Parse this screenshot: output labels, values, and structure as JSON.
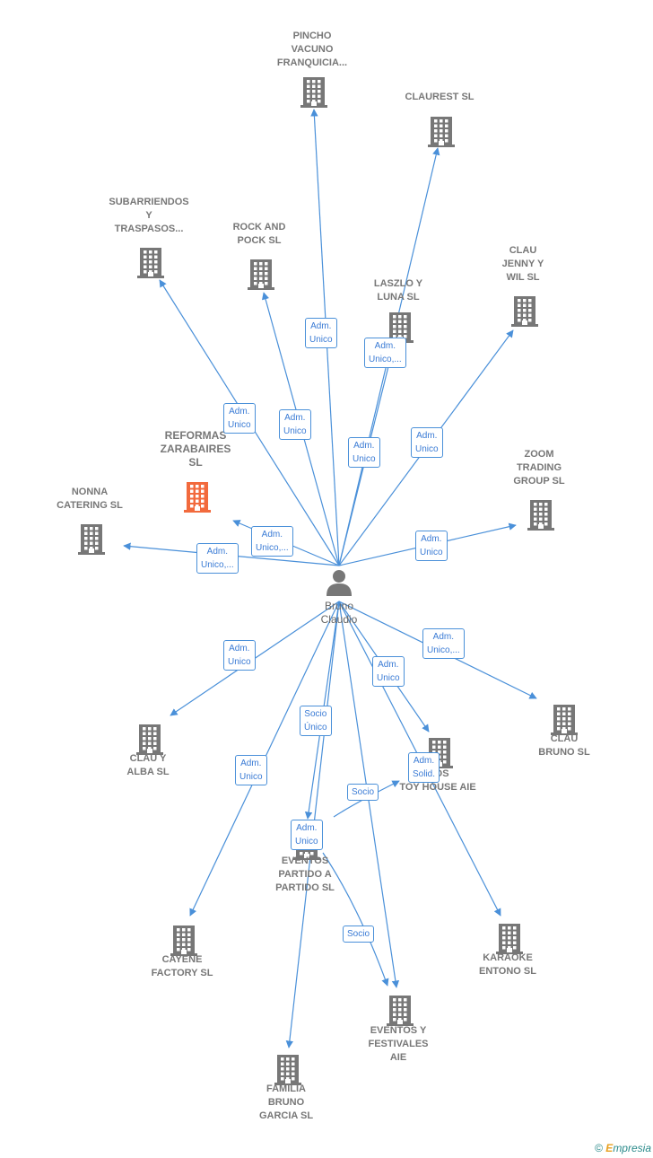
{
  "colors": {
    "edge": "#4a90d9",
    "node": "#777777",
    "highlight": "#f26a3d",
    "person": "#777777"
  },
  "center": {
    "name": "Bruno\nClaudio",
    "icon": "person-icon"
  },
  "nodes": [
    {
      "id": "pincho",
      "label": "PINCHO\nVACUNO\nFRANQUICIA...",
      "icon": "building-icon"
    },
    {
      "id": "claurest",
      "label": "CLAUREST  SL",
      "icon": "building-icon"
    },
    {
      "id": "subarriendos",
      "label": "SUBARRIENDOS\nY\nTRASPASOS...",
      "icon": "building-icon"
    },
    {
      "id": "rockpock",
      "label": "ROCK AND\nPOCK SL",
      "icon": "building-icon"
    },
    {
      "id": "laszlo",
      "label": "LASZLO Y\nLUNA SL",
      "icon": "building-icon"
    },
    {
      "id": "claujenny",
      "label": "CLAU\nJENNY Y\nWIL  SL",
      "icon": "building-icon"
    },
    {
      "id": "reformas",
      "label": "REFORMAS\nZARABAIRES\nSL",
      "icon": "building-icon",
      "highlight": true
    },
    {
      "id": "nonna",
      "label": "NONNA\nCATERING  SL",
      "icon": "building-icon"
    },
    {
      "id": "zoom",
      "label": "ZOOM\nTRADING\nGROUP SL",
      "icon": "building-icon"
    },
    {
      "id": "clauyalba",
      "label": "CLAU Y\nALBA  SL",
      "icon": "building-icon"
    },
    {
      "id": "claubruno",
      "label": "CLAU\nBRUNO  SL",
      "icon": "building-icon"
    },
    {
      "id": "toyhouse",
      "label": "...OS\nTOY HOUSE AIE",
      "icon": "building-icon"
    },
    {
      "id": "eventospartido",
      "label": "EVENTOS\nPARTIDO A\nPARTIDO  SL",
      "icon": "building-icon"
    },
    {
      "id": "cayene",
      "label": "CAYENE\nFACTORY SL",
      "icon": "building-icon"
    },
    {
      "id": "karaoke",
      "label": "KARAOKE\nENTONO  SL",
      "icon": "building-icon"
    },
    {
      "id": "festivales",
      "label": "EVENTOS Y\nFESTIVALES\nAIE",
      "icon": "building-icon"
    },
    {
      "id": "familia",
      "label": "FAMILIA\nBRUNO\nGARCIA  SL",
      "icon": "building-icon"
    }
  ],
  "edges": [
    {
      "to": "pincho",
      "label": "Adm.\nUnico"
    },
    {
      "to": "claurest",
      "label": "Adm.\nUnico,..."
    },
    {
      "to": "subarriendos",
      "label": "Adm.\nUnico"
    },
    {
      "to": "rockpock",
      "label": "Adm.\nUnico"
    },
    {
      "to": "laszlo",
      "label": "Adm.\nUnico"
    },
    {
      "to": "claujenny",
      "label": "Adm.\nUnico"
    },
    {
      "to": "reformas",
      "label": "Adm.\nUnico,..."
    },
    {
      "to": "nonna",
      "label": "Adm.\nUnico,..."
    },
    {
      "to": "zoom",
      "label": "Adm.\nUnico"
    },
    {
      "to": "clauyalba",
      "label": "Adm.\nUnico"
    },
    {
      "to": "claubruno",
      "label": "Adm.\nUnico,..."
    },
    {
      "to": "toyhouse",
      "label": "Adm.\nUnico"
    },
    {
      "to": "eventospartido",
      "label": "Socio\nÚnico"
    },
    {
      "to": "cayene",
      "label": "Adm.\nUnico"
    },
    {
      "to": "karaoke",
      "label": "Adm.\nSolid."
    },
    {
      "to": "familia",
      "label": "Adm.\nUnico"
    },
    {
      "to": "festivales",
      "label": "Socio"
    }
  ],
  "secondary_edges": [
    {
      "from": "eventospartido",
      "to": "toyhouse",
      "label": "Socio"
    },
    {
      "from": "eventospartido",
      "to": "festivales",
      "label": "Socio"
    }
  ],
  "footer": {
    "copyright": "©",
    "brand_e": "E",
    "brand_rest": "mpresia"
  }
}
